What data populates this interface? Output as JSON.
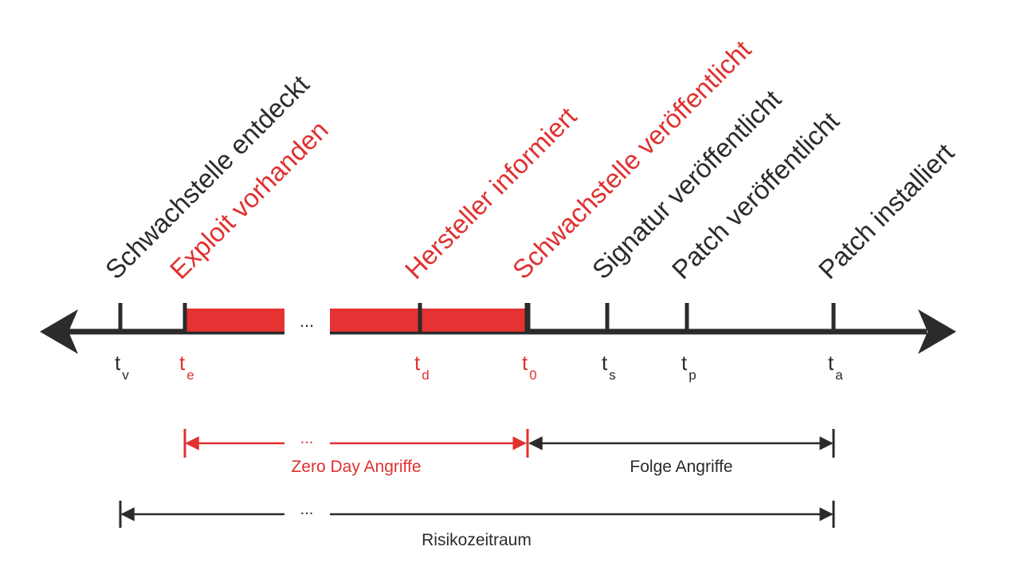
{
  "colors": {
    "black": "#2b2b2b",
    "red": "#e03030",
    "exposure_bar": "#e53232"
  },
  "events": [
    {
      "key": "v",
      "label": "Schwachstelle entdeckt",
      "sym": "t",
      "sub": "v",
      "color": "black"
    },
    {
      "key": "e",
      "label": "Exploit vorhanden",
      "sym": "t",
      "sub": "e",
      "color": "red"
    },
    {
      "key": "d",
      "label": "Hersteller informiert",
      "sym": "t",
      "sub": "d",
      "color": "red"
    },
    {
      "key": "0",
      "label": "Schwachstelle veröffentlicht",
      "sym": "t",
      "sub": "0",
      "color": "red"
    },
    {
      "key": "s",
      "label": "Signatur veröffentlicht",
      "sym": "t",
      "sub": "s",
      "color": "black"
    },
    {
      "key": "p",
      "label": "Patch veröffentlicht",
      "sym": "t",
      "sub": "p",
      "color": "black"
    },
    {
      "key": "a",
      "label": "Patch installiert",
      "sym": "t",
      "sub": "a",
      "color": "black"
    }
  ],
  "gap_marker": "...",
  "spans": {
    "zero_day": {
      "label": "Zero Day Angriffe",
      "from": "e",
      "to": "0",
      "color": "red"
    },
    "follow": {
      "label": "Folge Angriffe",
      "from": "0",
      "to": "a",
      "color": "black"
    },
    "risk": {
      "label": "Risikozeitraum",
      "from": "v",
      "to": "a",
      "color": "black"
    }
  }
}
